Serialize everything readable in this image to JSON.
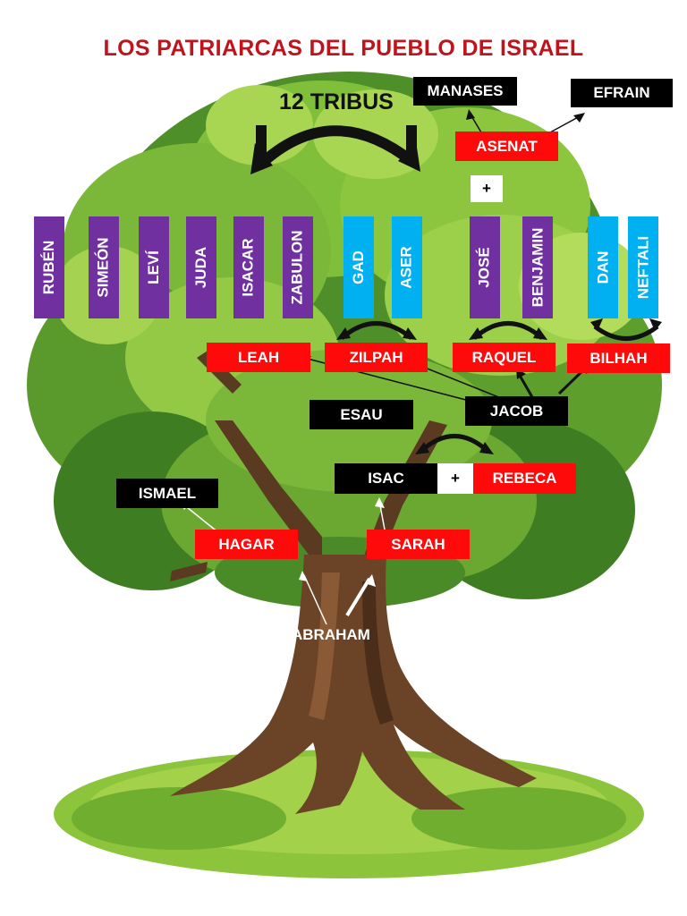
{
  "title": "LOS PATRIARCAS DEL PUEBLO DE ISRAEL",
  "tribus_label": "12 TRIBUS",
  "tribes": [
    "RUBÉN",
    "SIMEÓN",
    "LEVÍ",
    "JUDA",
    "ISACAR",
    "ZABULON",
    "GAD",
    "ASER",
    "JOSÉ",
    "BENJAMIN",
    "DAN",
    "NEFTALI"
  ],
  "josephs_sons": [
    "MANASES",
    "EFRAIN"
  ],
  "asenat": "ASENAT",
  "plus": "+",
  "wives": [
    "LEAH",
    "ZILPAH",
    "RAQUEL",
    "BILHAH"
  ],
  "jacob": "JACOB",
  "esau": "ESAU",
  "isac": "ISAC",
  "rebeca": "REBECA",
  "ismael": "ISMAEL",
  "hagar": "HAGAR",
  "sarah": "SARAH",
  "abraham": "ABRAHAM",
  "colors": {
    "title": "#c0141c",
    "red_box": "#ff0a0a",
    "purple": "#7030a0",
    "cyan": "#00b0f0",
    "black": "#000000"
  }
}
